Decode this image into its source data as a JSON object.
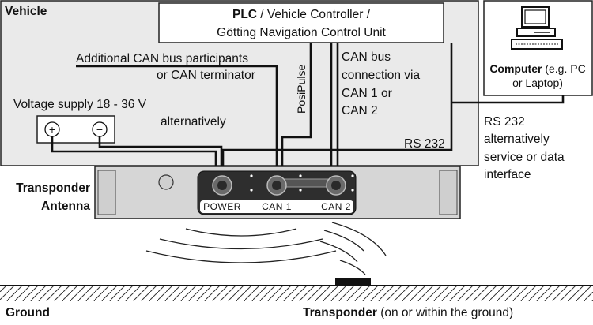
{
  "vehicle_label": "Vehicle",
  "plc": {
    "title_bold": "PLC",
    "title_rest": " / Vehicle Controller /",
    "line2": "Götting Navigation Control Unit"
  },
  "additional_can": {
    "line1": "Additional CAN bus participants",
    "line2": "or CAN terminator"
  },
  "posipulse": "PosiPulse",
  "can_bus": {
    "line1": "CAN bus",
    "line2": "connection via",
    "line3": "CAN 1 or",
    "line4": "CAN 2"
  },
  "voltage": {
    "label": "Voltage supply 18 - 36 V",
    "plus": "+",
    "minus": "−"
  },
  "alternatively": "alternatively",
  "rs232_inside": "RS 232",
  "rs232_side": {
    "line1": "RS 232",
    "line2": "alternatively",
    "line3": "service or data",
    "line4": "interface"
  },
  "computer": {
    "bold": "Computer",
    "rest": " (e.g. PC",
    "line2": "or Laptop)"
  },
  "transponder_antenna": {
    "line1": "Transponder",
    "line2": "Antenna"
  },
  "connectors": {
    "power": "POWER",
    "can1": "CAN 1",
    "can2": "CAN 2"
  },
  "ground": "Ground",
  "transponder": {
    "bold": "Transponder",
    "rest": " (on or within the ground)"
  },
  "colors": {
    "vehicle_bg": "#eaeaea",
    "antenna_body": "#d6d6d6",
    "panel": "#2e2e2e",
    "line": "#111111"
  }
}
